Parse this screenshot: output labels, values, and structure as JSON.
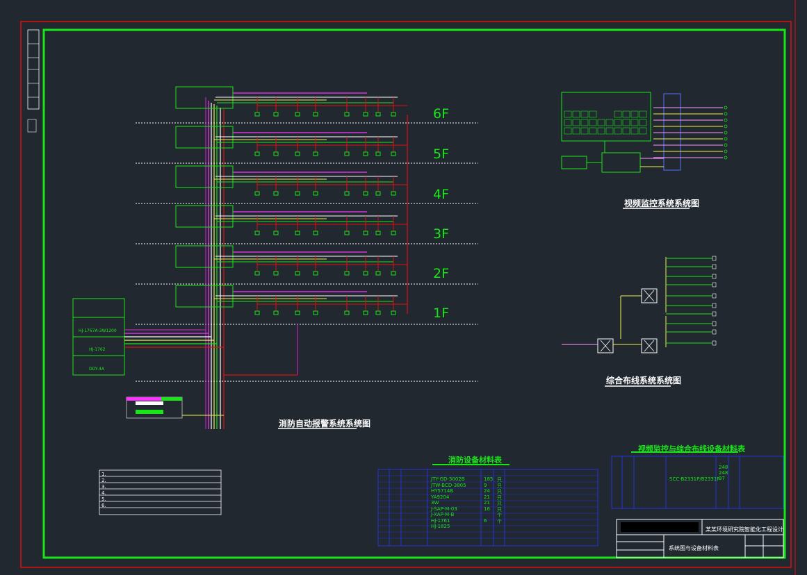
{
  "floors": [
    "6F",
    "5F",
    "4F",
    "3F",
    "2F",
    "1F"
  ],
  "titles": {
    "fire_alarm": "消防自动报警系统系统图",
    "video": "视频监控系统系统图",
    "cabling": "综合布线系统系统图",
    "fire_table": "消防设备材料表",
    "video_table": "视频监控与综合布线设备材料表"
  },
  "fire_materials": {
    "models": [
      "JTY-GD-3002B",
      "JTW-BCD-3805",
      "HY5714B",
      "YA9204",
      "3W",
      "J-SAP-M-03",
      "J-XAP-M-B",
      "HJ-1761",
      "HJ-1825"
    ],
    "qty": [
      "185",
      "9",
      "24",
      "21",
      "21",
      "16",
      "",
      "6",
      ""
    ],
    "unit": [
      "只",
      "只",
      "只",
      "只",
      "只",
      "只",
      "个",
      "个",
      ""
    ]
  },
  "video_materials": {
    "model": "SCC-B2331P/B2331P",
    "qty": [
      "248",
      "248",
      "37"
    ]
  },
  "controllers": [
    "HJ-1767A-3W1200",
    "HJ-1762",
    "DDY-4A"
  ],
  "notes": [
    "1.",
    "2.",
    "3.",
    "4.",
    "5.",
    "6."
  ],
  "title_block": {
    "company": "某某环境研究院智能化工程设计",
    "drawing": "系统图与设备材料表"
  }
}
